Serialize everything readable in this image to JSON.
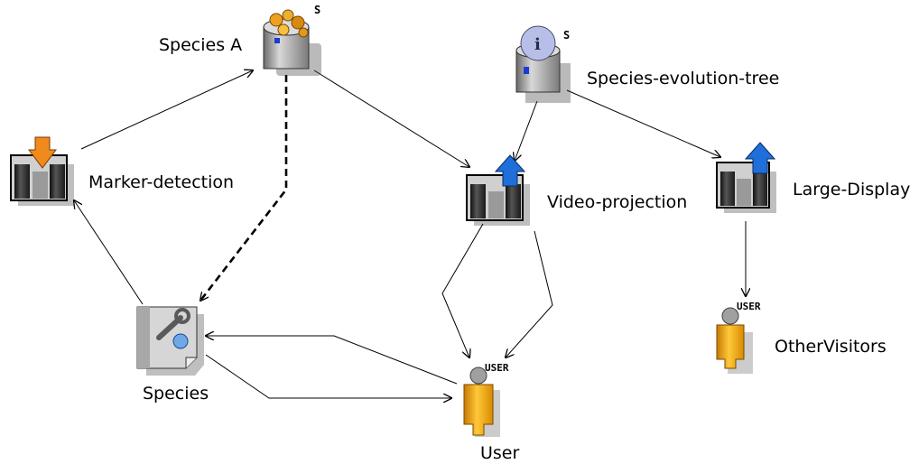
{
  "nodes": {
    "species_a": {
      "label": "Species A",
      "badge": "S"
    },
    "evo_tree": {
      "label": "Species-evolution-tree",
      "badge": "S",
      "icon_glyph": "i"
    },
    "marker": {
      "label": "Marker-detection"
    },
    "video": {
      "label": "Video-projection"
    },
    "large": {
      "label": "Large-Display"
    },
    "species": {
      "label": "Species"
    },
    "user": {
      "label": "User",
      "badge": "USER"
    },
    "others": {
      "label": "OtherVisitors",
      "badge": "USER"
    }
  },
  "edges": [
    {
      "from": "Marker-detection",
      "to": "Species A",
      "style": "solid"
    },
    {
      "from": "Species A",
      "to": "Video-projection",
      "style": "solid"
    },
    {
      "from": "Species A",
      "to": "Species",
      "style": "dashed"
    },
    {
      "from": "Species",
      "to": "Marker-detection",
      "style": "solid"
    },
    {
      "from": "Species-evolution-tree",
      "to": "Video-projection",
      "style": "solid"
    },
    {
      "from": "Species-evolution-tree",
      "to": "Large-Display",
      "style": "solid"
    },
    {
      "from": "Video-projection",
      "to": "User",
      "style": "solid"
    },
    {
      "from": "User",
      "to": "Species",
      "style": "solid"
    },
    {
      "from": "Species",
      "to": "User",
      "style": "solid"
    },
    {
      "from": "Large-Display",
      "to": "OtherVisitors",
      "style": "solid"
    }
  ],
  "colors": {
    "orange_arrow": "#f08a1c",
    "blue_arrow": "#1e6fd9",
    "user_body": "#f5a800",
    "user_head": "#9a9a9a",
    "container_dark": "#2a2a2a",
    "container_light": "#bfbfbf",
    "server_top": "#dcdcdc",
    "info_disc": "#b7bfe8"
  }
}
